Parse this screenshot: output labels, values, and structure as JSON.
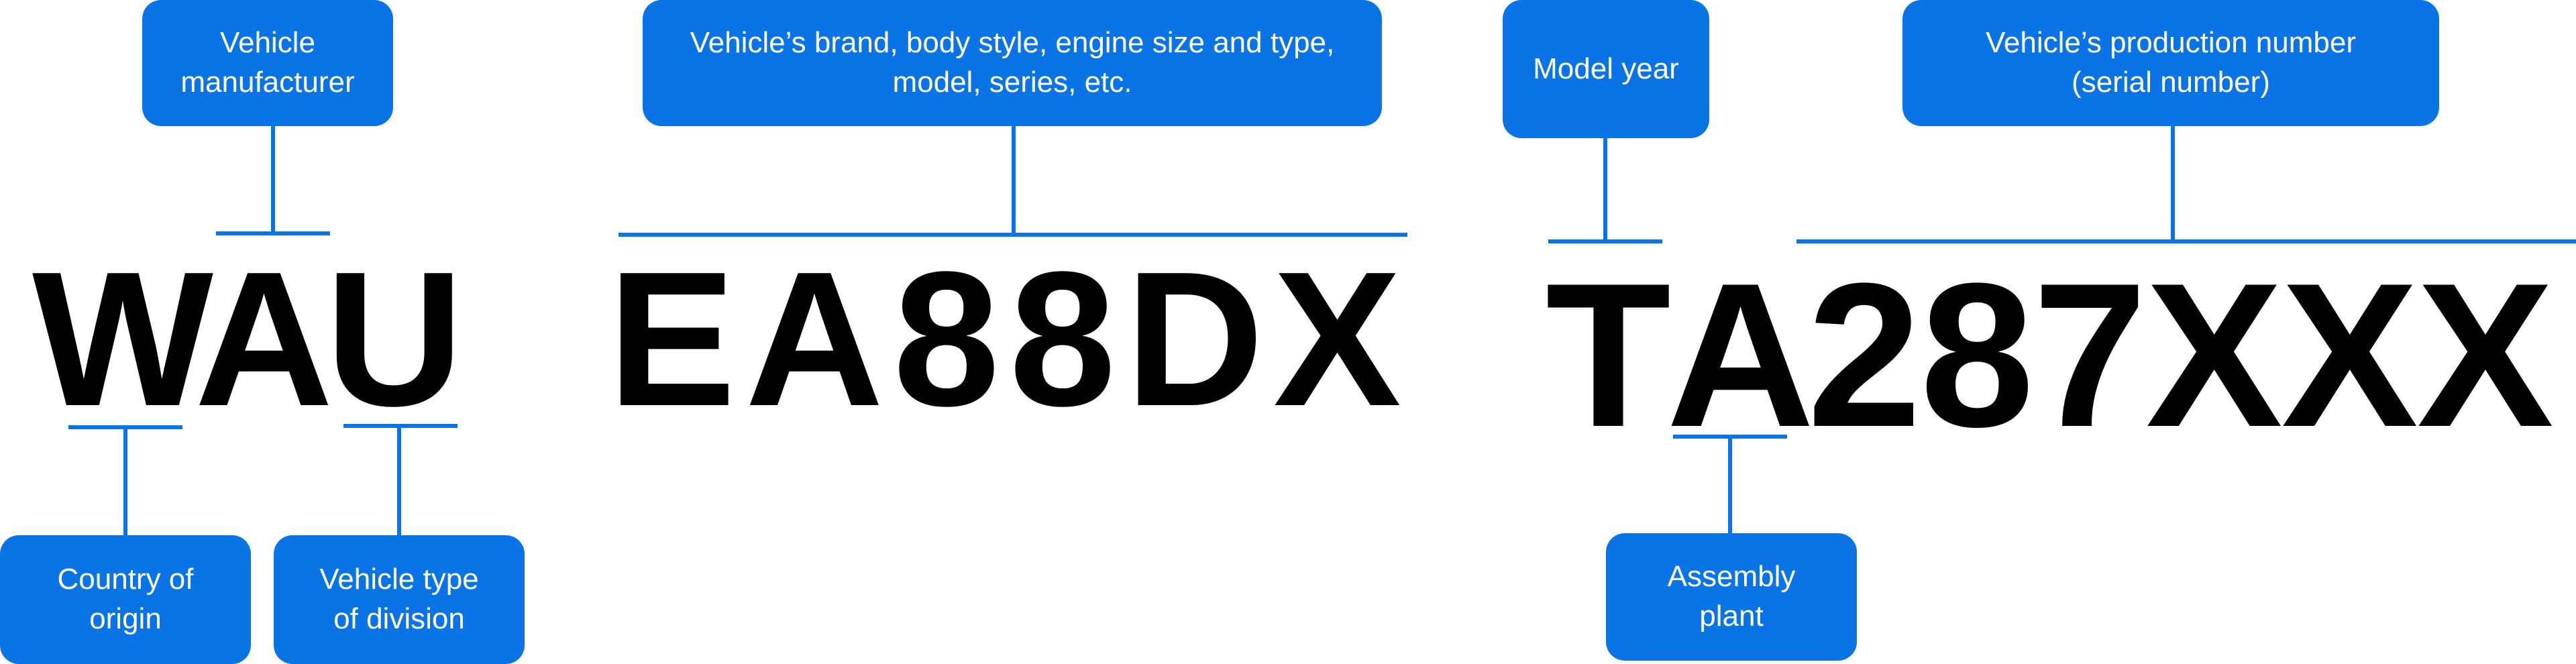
{
  "title": "",
  "accent_color": "#0a74e6",
  "vin_segments": {
    "wmi": "WAU",
    "vds": "EA88DX",
    "year": "T",
    "plant": "A",
    "serial": "287XXX"
  },
  "labels": {
    "manufacturer": [
      "Vehicle",
      "manufacturer"
    ],
    "descriptor": [
      "Vehicle’s brand, body style, engine size and type,",
      "model, series, etc."
    ],
    "model_year": [
      "Model year"
    ],
    "production": [
      "Vehicle’s production number",
      "(serial number)"
    ],
    "country": [
      "Country of",
      "origin"
    ],
    "vehicle_type": [
      "Vehicle type",
      "of division"
    ],
    "assembly": [
      "Assembly",
      "plant"
    ]
  }
}
